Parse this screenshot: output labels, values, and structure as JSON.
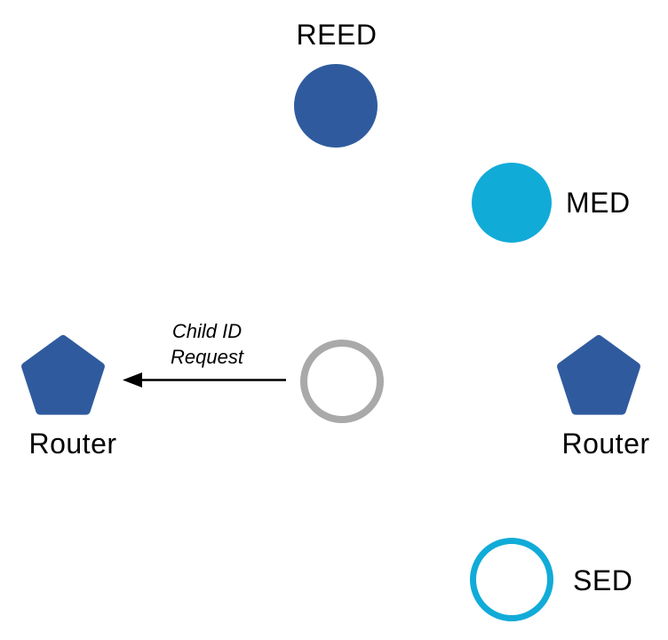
{
  "colors": {
    "node_blue": "#2F5B9E",
    "node_cyan": "#11ABD8",
    "node_gray": "#A9A9A9",
    "arrow_black": "#000000",
    "background": "#FFFFFF"
  },
  "nodes": {
    "reed": {
      "label": "REED",
      "type": "circle-filled"
    },
    "med": {
      "label": "MED",
      "type": "circle-filled"
    },
    "parent": {
      "type": "circle-outlined"
    },
    "router_left": {
      "label": "Router",
      "type": "pentagon-filled"
    },
    "router_right": {
      "label": "Router",
      "type": "pentagon-filled"
    },
    "sed": {
      "label": "SED",
      "type": "circle-outlined"
    }
  },
  "edge": {
    "from": "parent",
    "to": "router_left",
    "direction": "left",
    "label_lines": [
      "Child ID",
      "Request"
    ]
  }
}
